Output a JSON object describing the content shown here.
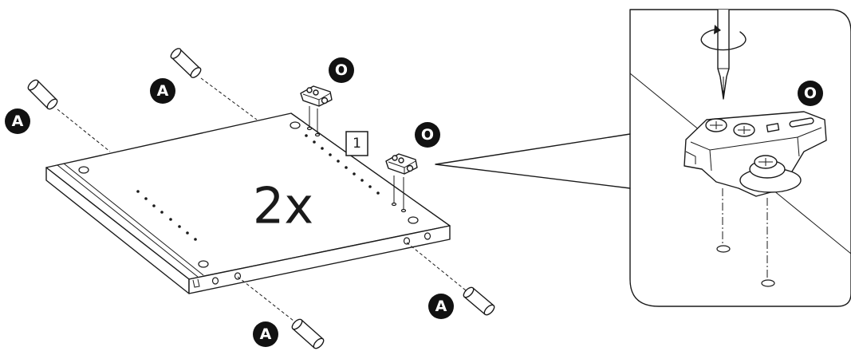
{
  "labels": {
    "dowel": "A",
    "connector": "O"
  },
  "quantity": "2x",
  "step_number": "1"
}
